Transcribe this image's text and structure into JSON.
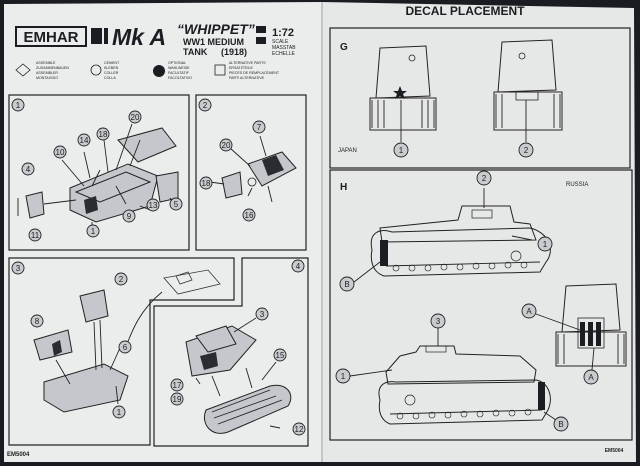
{
  "header": {
    "brand": "EMHAR",
    "model": "Mk A",
    "name": "“WHIPPET”",
    "line2": "WW1 MEDIUM",
    "line3": "TANK",
    "line4": "(1918)",
    "scale": "1:72",
    "scale_words": [
      "SCALE",
      "MASSTAB",
      "ECHELLE"
    ]
  },
  "legend": [
    {
      "symbol": "diamond",
      "lines": [
        "ASSEMBLE",
        "ZUSAMMENBAUEN",
        "ASSEMBLER",
        "MONTAGGIO"
      ]
    },
    {
      "symbol": "circle",
      "lines": [
        "CEMENT",
        "KLEBEN",
        "COLLER",
        "COLLA"
      ]
    },
    {
      "symbol": "dot",
      "lines": [
        "OPTIONAL",
        "WAHLWEISE",
        "FACULTATIF",
        "FACOLTATIVO"
      ]
    },
    {
      "symbol": "square",
      "lines": [
        "ALTERNATIVE PARTS",
        "ERSATZTEILE",
        "PIECES DE REMPLACEMENT",
        "PARTI ALTERNATIVE"
      ]
    }
  ],
  "steps": [
    {
      "id": "1",
      "callouts": [
        "20",
        "18",
        "14",
        "10",
        "4",
        "9",
        "13",
        "5",
        "11",
        "1"
      ]
    },
    {
      "id": "2",
      "callouts": [
        "7",
        "20",
        "18",
        "16"
      ]
    },
    {
      "id": "3",
      "callouts": [
        "2",
        "8",
        "6",
        "1"
      ]
    },
    {
      "id": "4",
      "callouts": [
        "3",
        "17",
        "19",
        "15",
        "12"
      ]
    }
  ],
  "decal": {
    "title": "DECAL PLACEMENT",
    "section_g": {
      "label": "G",
      "caption": "JAPAN",
      "callouts": [
        "1",
        "2"
      ]
    },
    "section_h": {
      "label": "H",
      "caption": "RUSSIA",
      "callouts": [
        "2",
        "1",
        "B",
        "3",
        "A",
        "1",
        "A",
        "B"
      ]
    }
  },
  "footer": {
    "code_left": "EM5004",
    "code_right": "EM5004"
  }
}
